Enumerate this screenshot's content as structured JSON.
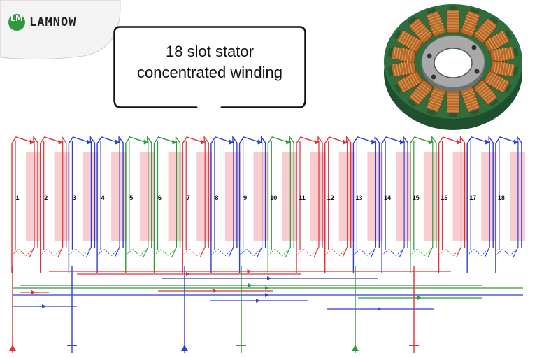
{
  "brand": {
    "logo_mark": "LM",
    "name": "LAMNOW",
    "color": "#2f9a3a"
  },
  "callout": {
    "line1": "18 slot stator",
    "line2": "concentrated winding"
  },
  "stator_image": {
    "icon": "stator-core-icon",
    "core_color": "#2e6e3f",
    "coil_color": "#b86a2a"
  },
  "winding": {
    "slot_labels": [
      "1",
      "2",
      "3",
      "4",
      "5",
      "6",
      "7",
      "8",
      "9",
      "10",
      "11",
      "12",
      "13",
      "14",
      "15",
      "16",
      "17",
      "18"
    ],
    "phase_colors": {
      "A": "#e0303a",
      "B": "#2f9a3a",
      "C": "#2f3fd0"
    },
    "coil_phases": [
      "A",
      "A",
      "C",
      "C",
      "B",
      "B",
      "A",
      "C",
      "C",
      "B",
      "A",
      "A",
      "C",
      "C",
      "B",
      "A",
      "C",
      "C"
    ],
    "slot_fill": "#f9cdd0"
  }
}
